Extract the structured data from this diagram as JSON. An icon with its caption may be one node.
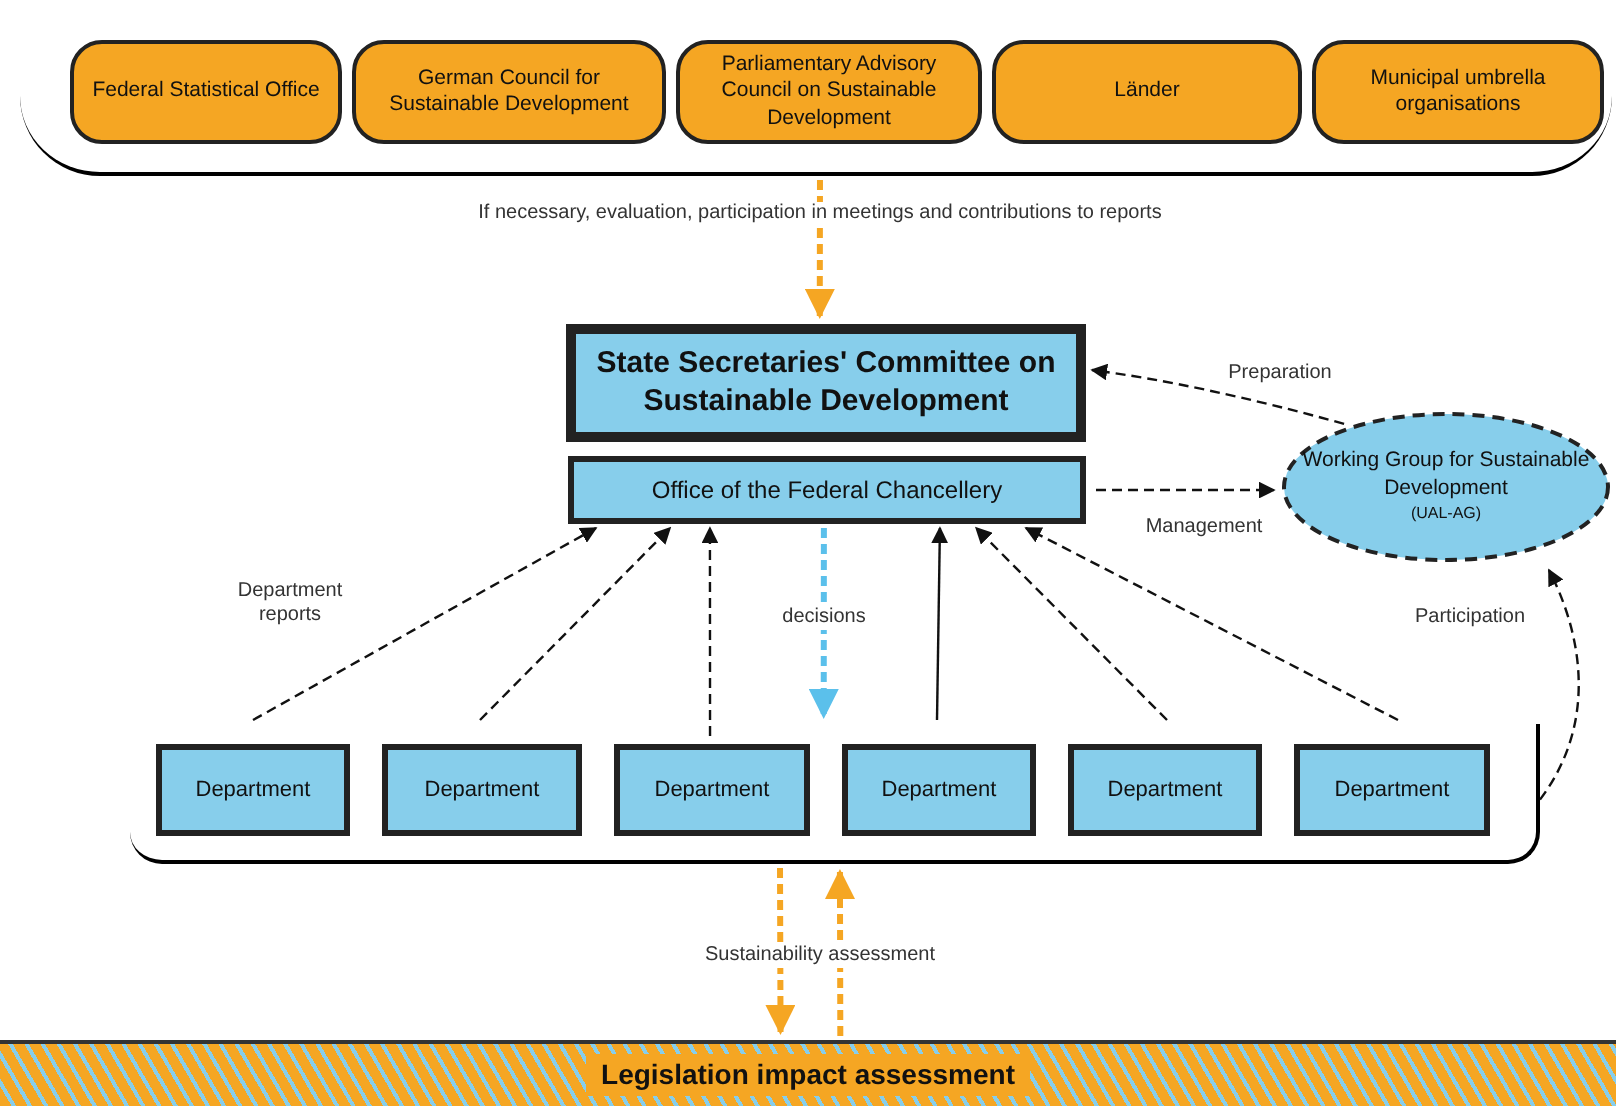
{
  "diagram": {
    "nodes": [
      {
        "text": [],
        "shape": "bracket"
      },
      {
        "text": [
          "Federal Statistical Office"
        ],
        "in": 0
      },
      {
        "text": [
          "German Council for Sustainable Development"
        ],
        "in": 0
      },
      {
        "text": [
          "Parliamentary Advisory Council on Sustainable Development"
        ],
        "in": 0
      },
      {
        "text": [
          "Länder"
        ],
        "in": 0
      },
      {
        "text": [
          "Municipal umbrella organisations"
        ],
        "in": 0
      },
      {
        "text": [
          "State Secretaries' Committee on Sustainable Development"
        ]
      },
      {
        "text": [
          "Office of the Federal Chancellery"
        ]
      },
      {
        "text": [
          "Working Group for Sustainable Development",
          "(UAL-AG)"
        ]
      },
      {
        "text": [],
        "shape": "bracket"
      },
      {
        "text": [
          "Department"
        ],
        "in": 9
      },
      {
        "text": [
          "Department"
        ],
        "in": 9
      },
      {
        "text": [
          "Department"
        ],
        "in": 9
      },
      {
        "text": [
          "Department"
        ],
        "in": 9
      },
      {
        "text": [
          "Department"
        ],
        "in": 9
      },
      {
        "text": [
          "Department"
        ],
        "in": 9
      },
      {
        "text": [
          "Legislation impact assessment"
        ]
      }
    ],
    "edges": [
      {
        "from": 0,
        "to": 6,
        "arrow": "to",
        "label": "If necessary, evaluation, participation in meetings and contributions to reports",
        "style": "dashed",
        "color": "#f5a623"
      },
      {
        "from": 8,
        "to": 6,
        "arrow": "to",
        "label": "Preparation",
        "style": "dashed"
      },
      {
        "from": 7,
        "to": 8,
        "arrow": "to",
        "label": "Management",
        "style": "dashed"
      },
      {
        "from": 9,
        "to": 8,
        "arrow": "to",
        "label": "Participation",
        "style": "dashed"
      },
      {
        "from": 10,
        "to": 7,
        "arrow": "to",
        "label": "Department reports",
        "style": "dashed"
      },
      {
        "from": 11,
        "to": 7,
        "arrow": "to",
        "style": "dashed"
      },
      {
        "from": 12,
        "to": 7,
        "arrow": "to",
        "style": "dashed"
      },
      {
        "from": 13,
        "to": 7,
        "arrow": "to"
      },
      {
        "from": 14,
        "to": 7,
        "arrow": "to",
        "style": "dashed"
      },
      {
        "from": 15,
        "to": 7,
        "arrow": "to",
        "style": "dashed"
      },
      {
        "from": 7,
        "to": 9,
        "arrow": "to",
        "label": "decisions",
        "style": "dashed",
        "color": "#5bc0eb"
      },
      {
        "from": 9,
        "to": 16,
        "arrow": "to",
        "style": "dashed",
        "color": "#f5a623"
      },
      {
        "from": 16,
        "to": 9,
        "arrow": "to",
        "label": "Sustainability assessment",
        "style": "dashed",
        "color": "#f5a623"
      }
    ]
  }
}
